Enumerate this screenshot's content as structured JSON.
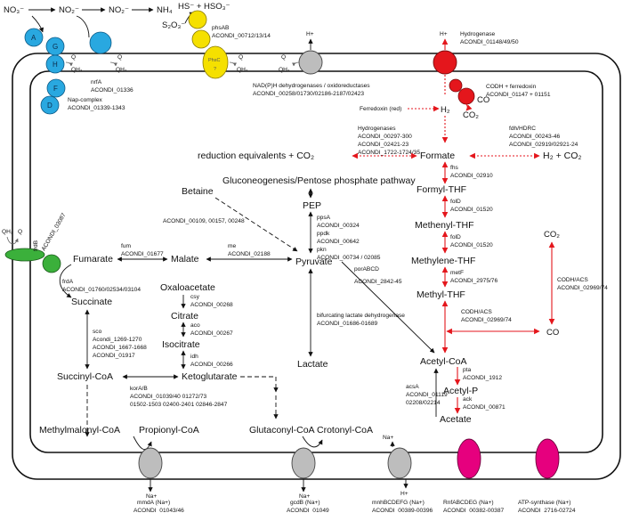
{
  "ions": {
    "no3": "NO₃⁻",
    "no2_a": "NO₂⁻",
    "no2_b": "NO₂⁻",
    "nh4": "NH₄",
    "hs_hso3": "HS⁻ + HSO₃⁻",
    "s2o3": "S₂O₃⁻",
    "hplus_1": "H+",
    "hplus_2": "H+",
    "h2": "H₂",
    "co": "CO",
    "co2": "CO₂",
    "co2_right": "CO₂",
    "co_right": "CO",
    "na_mmda": "Na+",
    "na_gcdb": "Na+",
    "na_mnh": "Na+",
    "h_mnh": "H+"
  },
  "membrane": {
    "q": "Q",
    "qh2": "QH₂"
  },
  "enzymes": {
    "nap_letters": [
      "A",
      "G",
      "H",
      "F",
      "D"
    ],
    "nap_label": "Nap-complex",
    "nap_id": "ACONDI_01339-1343",
    "nrfa_label": "nrfA",
    "nrfa_id": "ACONDI_01336",
    "phsab_label": "phsAB",
    "phsab_id": "ACONDI_00712/13/14",
    "phsc_label": "PhsC",
    "phsc_q": "?",
    "nadph_label": "NAD(P)H dehydrogenases / oxidoreductases",
    "nadph_id": "ACONDI_00258/01730/02186-2187/02423",
    "hydrog_label": "Hydrogenase",
    "hydrog_id": "ACONDI_01148/49/50",
    "codh_fd_label": "CODH + ferredoxin",
    "codh_fd_id": "ACONDI_01147 + 01151",
    "ferredoxin": "Ferredoxin (red)",
    "hydrogenases_label": "Hydrogenases",
    "hydrogenases_ids": [
      "ACONDI_00297-300",
      "ACONDI_02421-23",
      "ACONDI_1722-1724/35"
    ],
    "fdh_label": "fdh/HDRC",
    "fdh_ids": [
      "ACONDI_00243-46",
      "ACONDI_02919/02921-24"
    ],
    "fhs_label": "fhs",
    "fhs_id": "ACONDI_02910",
    "fold1_label": "folD",
    "fold1_id": "ACONDI_01520",
    "fold2_label": "folD",
    "fold2_id": "ACONDI_01520",
    "metf_label": "metF",
    "metf_id": "ACONDI_2975/76",
    "codh_acs1_label": "CODH/ACS",
    "codh_acs1_id": "ACONDI_02969/74",
    "codh_acs2_label": "CODH/ACS",
    "codh_acs2_id": "ACONDI_02969/74",
    "pta_label": "pta",
    "pta_id": "ACONDI_1912",
    "ack_label": "ack",
    "ack_id": "ACONDI_00871",
    "acsa_label": "acsA",
    "acsa_ids": [
      "ACONDI_01119",
      "02208/02214"
    ],
    "frdb_label": "frdB",
    "frdb_id": "ACONDI_03087",
    "frda_label": "frdA",
    "frda_id": "ACONDI_01760/02534/03104",
    "fum_label": "fum",
    "fum_id": "ACONDI_01677",
    "me_label": "me",
    "me_id": "ACONDI_02188",
    "betaine_ids": "ACONDI_00109, 00157, 00248",
    "ppsa_label": "ppsA",
    "ppsa_id": "ACONDI_00324",
    "ppdk_label": "ppdk",
    "ppdk_id": "ACONDI_00642",
    "pkn_label": "pkn",
    "pkn_id": "ACONDI_00734 / 02085",
    "por_label": "porABCD",
    "por_id": "ACONDI_2842-45",
    "bld_label": "bifurcating lactate dehydrogenase",
    "bld_id": "ACONDI_01686-01689",
    "csy_label": "csy",
    "csy_id": "ACONDI_00268",
    "aco_label": "aco",
    "aco_id": "ACONDI_00267",
    "idh_label": "idh",
    "idh_id": "ACONDI_00266",
    "sco_label": "sco",
    "sco_ids": [
      "Acondi_1269-1270",
      "ACONDI_1667-1668",
      "ACONDI_01917"
    ],
    "kor_label": "korA/B",
    "kor_ids": [
      "ACONDI_01039/40 01272/73",
      "01502-1503 02400-2401 02846-2847"
    ],
    "mmda_label": "mmdA (Na+)",
    "mmda_id": "ACONDI_01043/46",
    "gcdb_label": "gcdB (Na+)",
    "gcdb_id": "ACONDI_01049",
    "mnh_label": "mnhBCDEFG (Na+)",
    "mnh_id": "ACONDI_00389-00396",
    "rnf_label": "RnfABCDEG (Na+)",
    "rnf_id": "ACONDI_00382-00387",
    "atp_label": "ATP-synthase (Na+)",
    "atp_id": "ACONDI_2716-02724"
  },
  "metabolites": {
    "reduction_eq": "reduction equivalents + CO₂",
    "formate": "Formate",
    "h2_co2": "H₂ + CO₂",
    "formyl_thf": "Formyl-THF",
    "methenyl_thf": "Methenyl-THF",
    "methylene_thf": "Methylene-THF",
    "methyl_thf": "Methyl-THF",
    "acetyl_coa": "Acetyl-CoA",
    "acetyl_p": "Acetyl-P",
    "acetate": "Acetate",
    "gluconeogenesis": "Gluconeogenesis/Pentose phosphate pathway",
    "pep": "PEP",
    "betaine": "Betaine",
    "pyruvate": "Pyruvate",
    "malate": "Malate",
    "fumarate": "Fumarate",
    "succinate": "Succinate",
    "oxaloacetate": "Oxaloacetate",
    "citrate": "Citrate",
    "isocitrate": "Isocitrate",
    "ketoglutarate": "Ketoglutarate",
    "succinyl_coa": "Succinyl-CoA",
    "lactate": "Lactate",
    "methylmalonyl_coa": "Methylmalonyl-CoA",
    "propionyl_coa": "Propionyl-CoA",
    "glutaconyl_coa": "Glutaconyl-CoA",
    "crotonyl_coa": "Crotonyl-CoA"
  },
  "colors": {
    "nitrate_blue": "#29a8e0",
    "sulfur_yellow": "#f5e000",
    "hydrogenase_red": "#e4161c",
    "frd_green": "#3bb03b",
    "atp_magenta": "#e6007e",
    "transporter_grey": "#bdbdbd",
    "wood_ljungdahl_red": "#e4161c"
  }
}
